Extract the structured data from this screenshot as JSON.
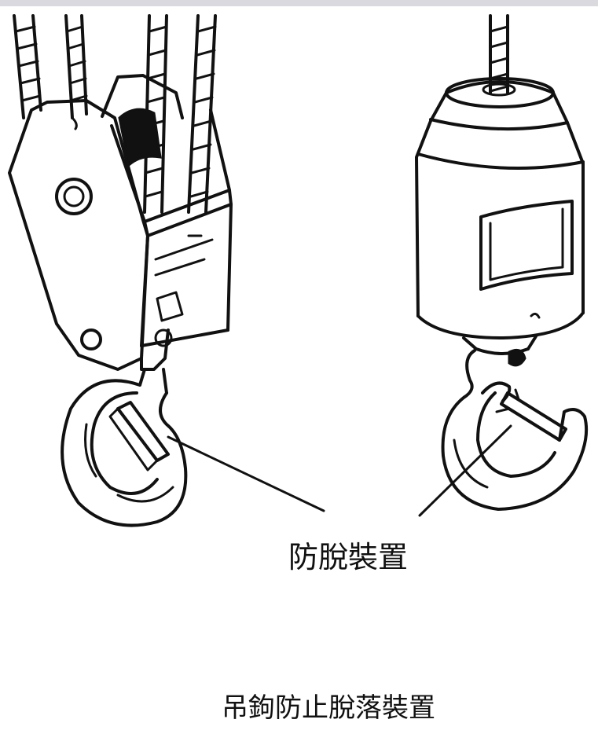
{
  "labels": {
    "callout": "防脫裝置",
    "caption": "吊鉤防止脫落裝置"
  },
  "colors": {
    "ink": "#111111",
    "background": "#ffffff",
    "top_band": "#d9d9de"
  },
  "figures": {
    "left": "pulley-block-hook",
    "right": "cylindrical-block-hook"
  }
}
